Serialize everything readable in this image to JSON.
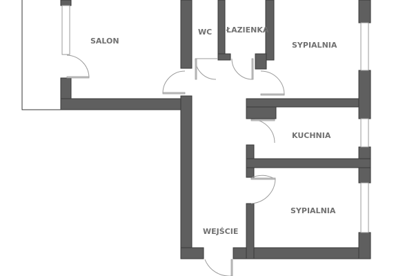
{
  "rooms": {
    "salon": "SALON",
    "wc": "WC",
    "lazienka": "ŁAZIENKA",
    "sypialnia_1": "SYPIALNIA",
    "kuchnia": "KUCHNIA",
    "sypialnia_2": "SYPIALNIA",
    "wejscie": "WEJŚCIE"
  },
  "colors": {
    "wall": "#5f5f5f",
    "label": "#707070"
  }
}
